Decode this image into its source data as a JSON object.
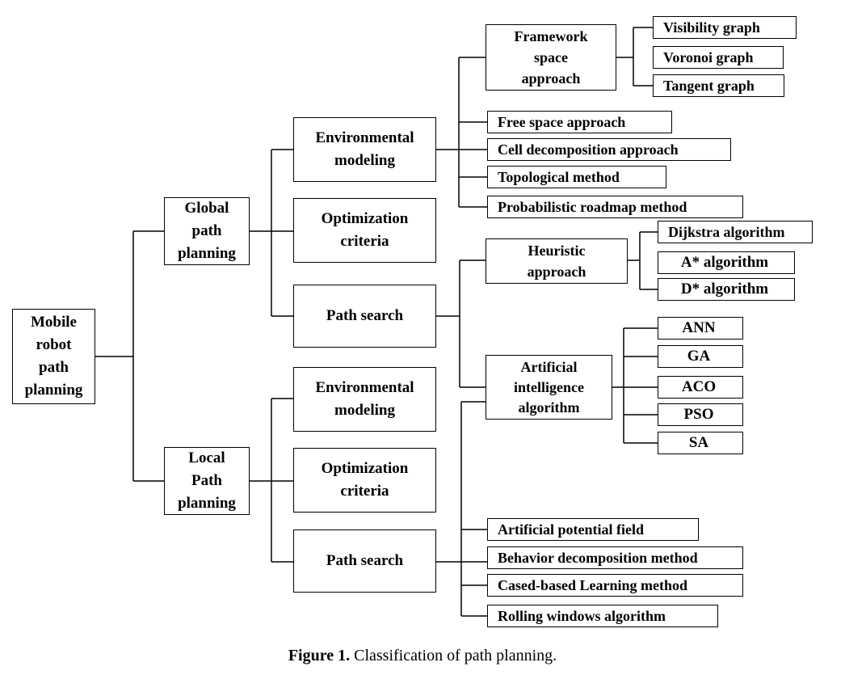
{
  "nodes": {
    "root": "Mobile\nrobot\npath\nplanning",
    "global": "Global\npath\nplanning",
    "local": "Local\nPath\nplanning",
    "g_env": "Environmental\nmodeling",
    "g_opt": "Optimization\ncriteria",
    "g_search": "Path search",
    "l_env": "Environmental\nmodeling",
    "l_opt": "Optimization\ncriteria",
    "l_search": "Path search",
    "framework": "Framework\nspace\napproach",
    "visibility": "Visibility graph",
    "voronoi": "Voronoi graph",
    "tangent": "Tangent graph",
    "free_space": "Free space approach",
    "cell_decomp": "Cell decomposition approach",
    "topological": "Topological method",
    "prm": "Probabilistic roadmap method",
    "heuristic": "Heuristic\napproach",
    "dijkstra": "Dijkstra algorithm",
    "astar": "A* algorithm",
    "dstar": "D* algorithm",
    "ai_alg": "Artificial\nintelligence\nalgorithm",
    "ann": "ANN",
    "ga": "GA",
    "aco": "ACO",
    "pso": "PSO",
    "sa": "SA",
    "apf": "Artificial potential field",
    "behavior": "Behavior decomposition method",
    "cbl": "Cased-based Learning method",
    "rolling": "Rolling windows algorithm"
  },
  "caption": {
    "label": "Figure 1.",
    "text": " Classification of path planning."
  }
}
